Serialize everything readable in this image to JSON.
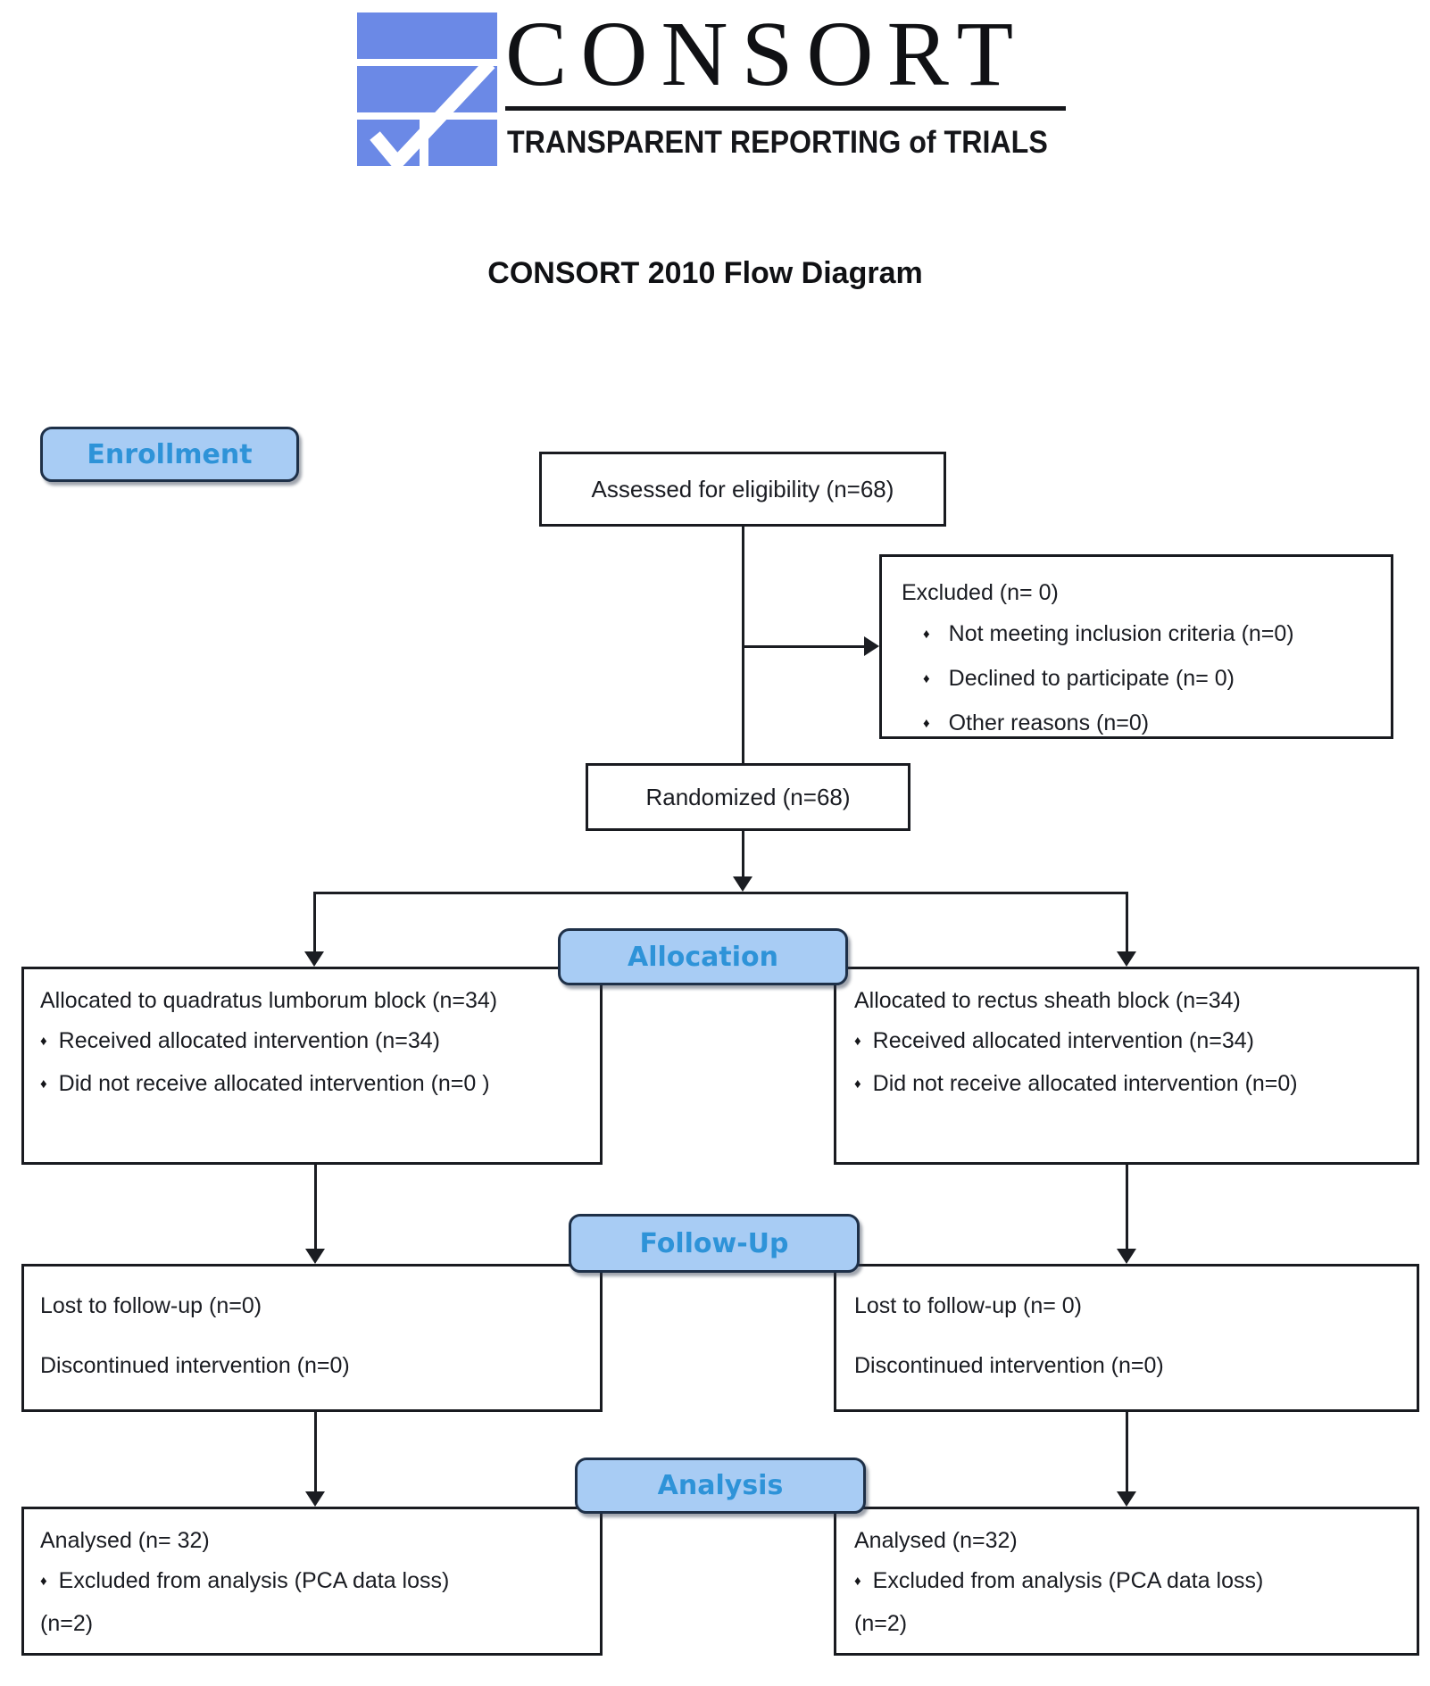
{
  "logo": {
    "brand": "CONSORT",
    "tagline": "TRANSPARENT REPORTING of TRIALS",
    "logo_blue": "#6b89e6"
  },
  "title": "CONSORT 2010 Flow Diagram",
  "icons": {
    "diamond_bullet": "♦"
  },
  "colors": {
    "stage_fill": "#a8ccf4",
    "stage_border": "#1e3048",
    "stage_text": "#2e93d8",
    "box_border": "#191b20",
    "body_text": "#1a1c22"
  },
  "stages": {
    "enrollment": "Enrollment",
    "allocation": "Allocation",
    "followup": "Follow-Up",
    "analysis": "Analysis"
  },
  "boxes": {
    "assessed": {
      "text": "Assessed for eligibility (n=68)"
    },
    "excluded": {
      "title": "Excluded (n= 0)",
      "items": [
        "Not meeting inclusion criteria (n=0)",
        "Declined to participate (n= 0)",
        "Other reasons (n=0)"
      ]
    },
    "randomized": {
      "text": "Randomized (n=68)"
    },
    "alloc_left": {
      "title": "Allocated to quadratus lumborum block (n=34)",
      "items": [
        "Received allocated intervention (n=34)",
        "Did not receive allocated intervention (n=0 )"
      ]
    },
    "alloc_right": {
      "title": "Allocated to rectus sheath block (n=34)",
      "items": [
        "Received allocated intervention (n=34)",
        "Did not receive allocated intervention (n=0)"
      ]
    },
    "followup_left": {
      "lines": [
        "Lost to follow-up (n=0)",
        "Discontinued intervention (n=0)"
      ]
    },
    "followup_right": {
      "lines": [
        "Lost to follow-up (n= 0)",
        "Discontinued intervention (n=0)"
      ]
    },
    "analysis_left": {
      "title": "Analysed (n= 32)",
      "items": [
        "Excluded from analysis (PCA data loss)"
      ],
      "footer": "(n=2)"
    },
    "analysis_right": {
      "title": "Analysed (n=32)",
      "items": [
        "Excluded from analysis (PCA data loss)"
      ],
      "footer": "(n=2)"
    }
  }
}
